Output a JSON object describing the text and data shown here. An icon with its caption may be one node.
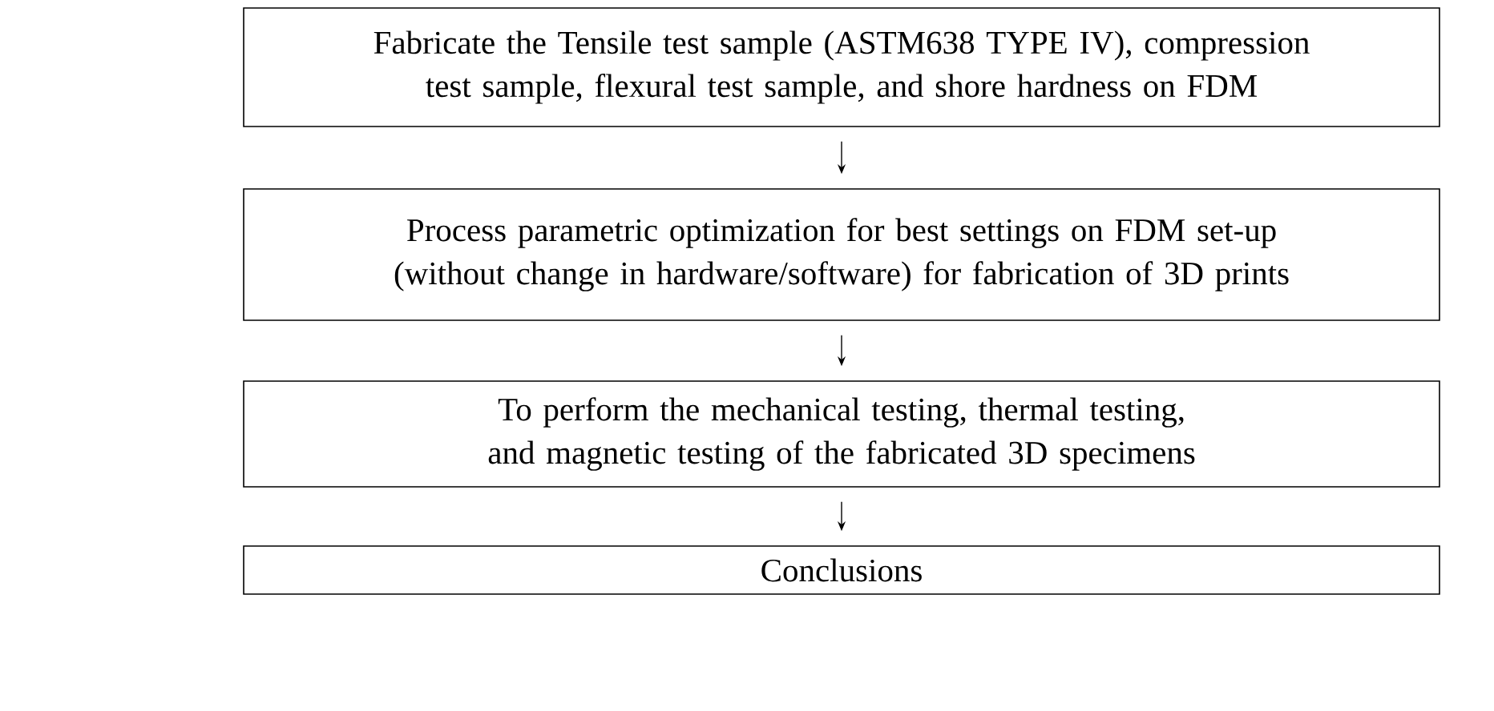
{
  "diagram": {
    "nodes": [
      {
        "text": [
          "Fabricate the Tensile test sample (ASTM638 TYPE IV), compression test sample, flexural test sample, and shore hardness on FDM"
        ]
      },
      {
        "text": [
          "Process parametric optimization for best settings on FDM set-up (without change in hardware/software) for fabrication of 3D prints"
        ]
      },
      {
        "text": [
          "To perform the mechanical testing, thermal testing, and magnetic testing of the fabricated 3D specimens"
        ]
      },
      {
        "text": [
          "Conclusions"
        ]
      }
    ],
    "edges": [
      {
        "from": 0,
        "to": 1,
        "arrow": "to"
      },
      {
        "from": 1,
        "to": 2,
        "arrow": "to"
      },
      {
        "from": 2,
        "to": 3,
        "arrow": "to"
      }
    ]
  }
}
